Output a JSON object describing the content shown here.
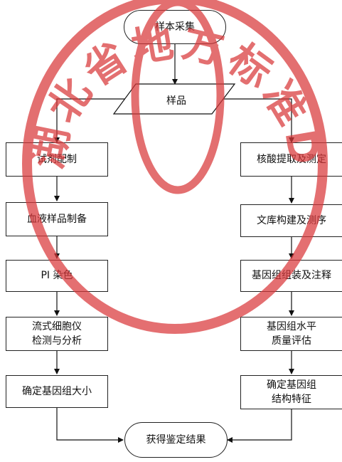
{
  "diagram": {
    "start": "样本采集",
    "io": "样品",
    "left_steps": [
      "试剂配制",
      "血液样品制备",
      "PI 染色",
      "流式细胞仪\n检测与分析",
      "确定基因组大小"
    ],
    "right_steps": [
      "核酸提取及测定",
      "文库构建及测序",
      "基因组组装及注释",
      "基因组水平\n质量评估",
      "确定基因组\n结构特征"
    ],
    "end": "获得鉴定结果"
  },
  "watermark": {
    "text": "湖北省地方标准DB",
    "color": "#d9383a"
  }
}
